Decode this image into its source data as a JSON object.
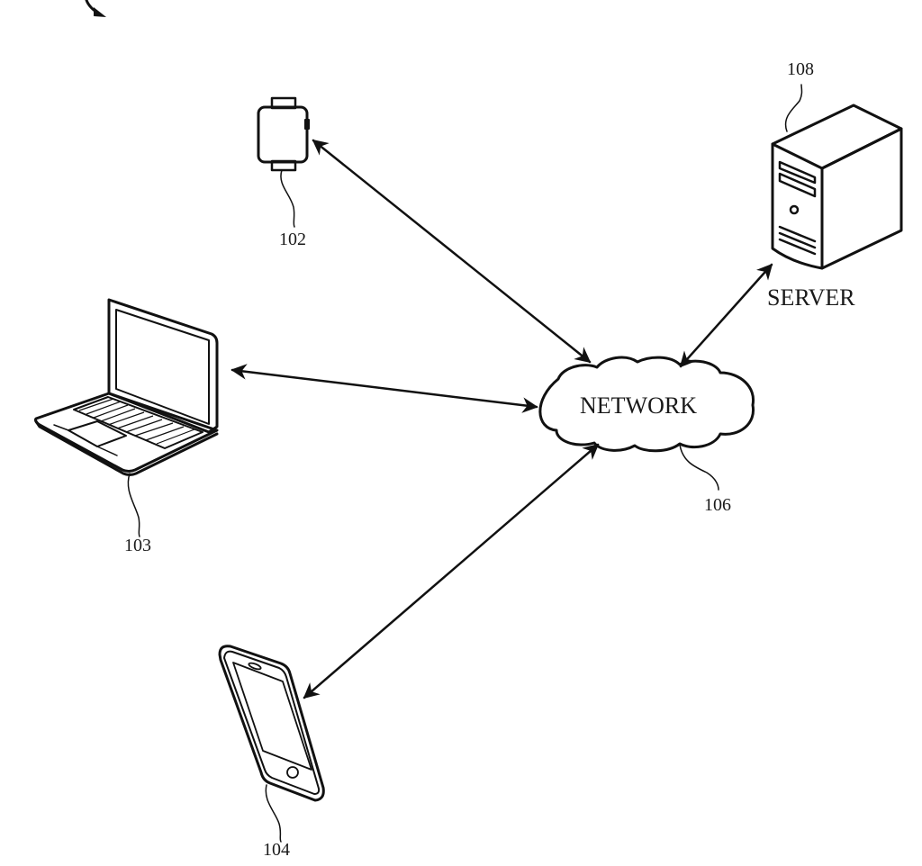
{
  "diagram": {
    "type": "network-system-diagram",
    "nodes": [
      {
        "id": "watch",
        "kind": "smartwatch",
        "ref": "102"
      },
      {
        "id": "laptop",
        "kind": "laptop",
        "ref": "103"
      },
      {
        "id": "phone",
        "kind": "smartphone",
        "ref": "104"
      },
      {
        "id": "network",
        "kind": "cloud",
        "label": "NETWORK",
        "ref": "106"
      },
      {
        "id": "server",
        "kind": "server-tower",
        "label": "SERVER",
        "ref": "108"
      }
    ],
    "edges": [
      {
        "from": "watch",
        "to": "network",
        "direction": "bidirectional"
      },
      {
        "from": "laptop",
        "to": "network",
        "direction": "bidirectional"
      },
      {
        "from": "phone",
        "to": "network",
        "direction": "bidirectional"
      },
      {
        "from": "server",
        "to": "network",
        "direction": "bidirectional"
      }
    ]
  },
  "labels": {
    "watch_ref": "102",
    "laptop_ref": "103",
    "phone_ref": "104",
    "network_name": "NETWORK",
    "network_ref": "106",
    "server_name": "SERVER",
    "server_ref": "108"
  }
}
